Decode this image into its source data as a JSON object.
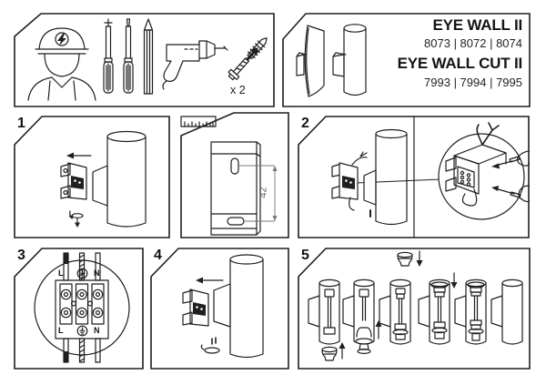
{
  "sheet": {
    "background": "#ffffff",
    "line_color": "#1f1f1f"
  },
  "tools_panel": {
    "anchor_quantity_label": "x 2",
    "icons": [
      "electrician-icon",
      "phillips-screwdriver-icon",
      "flat-screwdriver-icon",
      "carpenter-pencil-icon",
      "drill-icon",
      "screw-and-wall-plug-icon"
    ]
  },
  "title_panel": {
    "product1_name": "EYE WALL II",
    "product1_codes": "8073 | 8072 | 8074",
    "product2_name": "EYE WALL CUT II",
    "product2_codes": "7993 | 7994 | 7995"
  },
  "steps": {
    "step1": {
      "number": "1"
    },
    "step2": {
      "number": "2"
    },
    "step3": {
      "number": "3"
    },
    "step4": {
      "number": "4"
    },
    "step5": {
      "number": "5"
    }
  },
  "drill_template_panel": {
    "hole_spacing": "42"
  },
  "wiring_labels": {
    "live_top": "L",
    "neutral_top": "N",
    "live_bottom": "L",
    "neutral_bottom": "N"
  }
}
